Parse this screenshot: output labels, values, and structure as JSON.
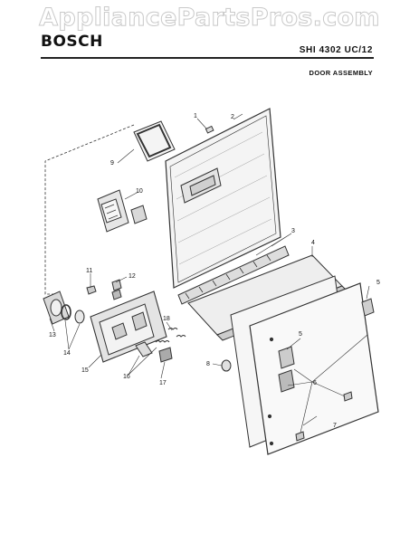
{
  "watermark": "AppliancePartsPros.com",
  "header": {
    "brand": "BOSCH",
    "model": "SHI 4302 UC/12",
    "section": "DOOR ASSEMBLY"
  },
  "callouts": {
    "c1": "1",
    "c2": "2",
    "c3": "3",
    "c4": "4",
    "c5a": "5",
    "c5b": "5",
    "c6": "6",
    "c7": "7",
    "c8": "8",
    "c9": "9",
    "c10": "10",
    "c11": "11",
    "c12": "12",
    "c13": "13",
    "c14": "14",
    "c15": "15",
    "c16": "16",
    "c17": "17",
    "c18": "18"
  },
  "colors": {
    "line": "#333333",
    "fill": "#f4f4f4",
    "shade": "#d6d6d6"
  }
}
